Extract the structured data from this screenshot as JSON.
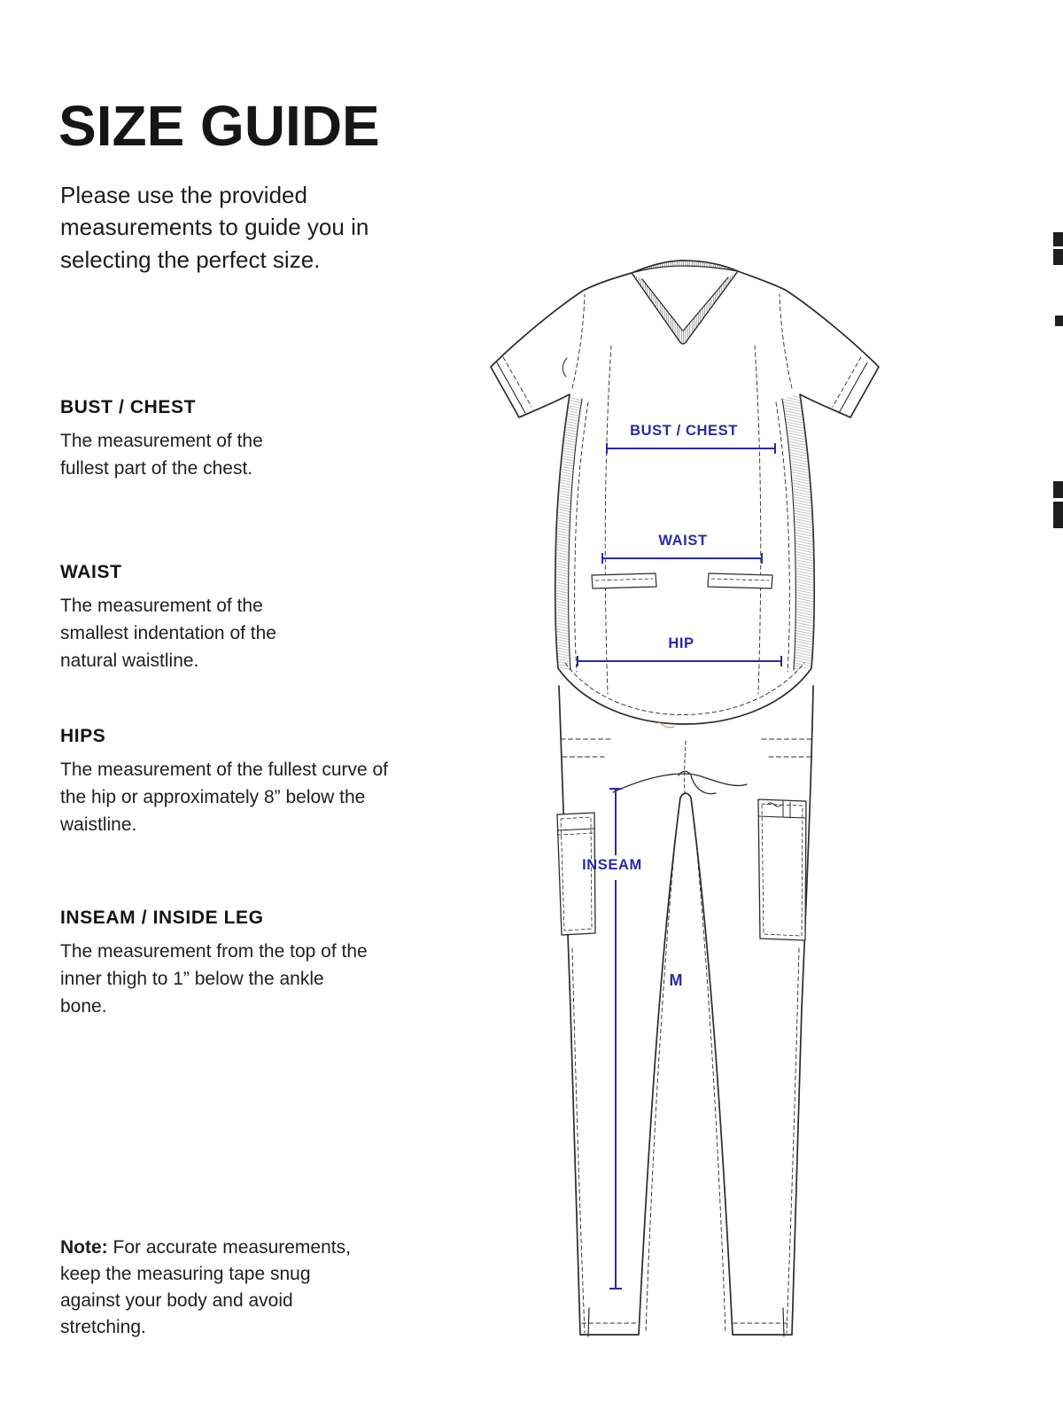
{
  "page": {
    "title": "SIZE GUIDE",
    "intro": "Please use the provided measurements to guide you in selecting the perfect size."
  },
  "sections": [
    {
      "heading": "BUST / CHEST",
      "body": "The measurement of the fullest part of the chest."
    },
    {
      "heading": "WAIST",
      "body": "The measurement of the smallest indentation of the natural waistline."
    },
    {
      "heading": "HIPS",
      "body": "The measurement of the fullest curve of the hip or approximately 8” below the waistline."
    },
    {
      "heading": "INSEAM / INSIDE LEG",
      "body": "The measurement from the top of the inner thigh to 1” below the ankle bone."
    }
  ],
  "note": {
    "label": "Note:",
    "text": " For accurate measurements, keep the measuring tape snug against your body and avoid stretching."
  },
  "diagram": {
    "labels": {
      "bust": "BUST / CHEST",
      "waist": "WAIST",
      "hip": "HIP",
      "inseam": "INSEAM",
      "size_marker": "M"
    },
    "colors": {
      "annotation": "#2A2AA8",
      "line_art": "#2b2b2b"
    }
  }
}
